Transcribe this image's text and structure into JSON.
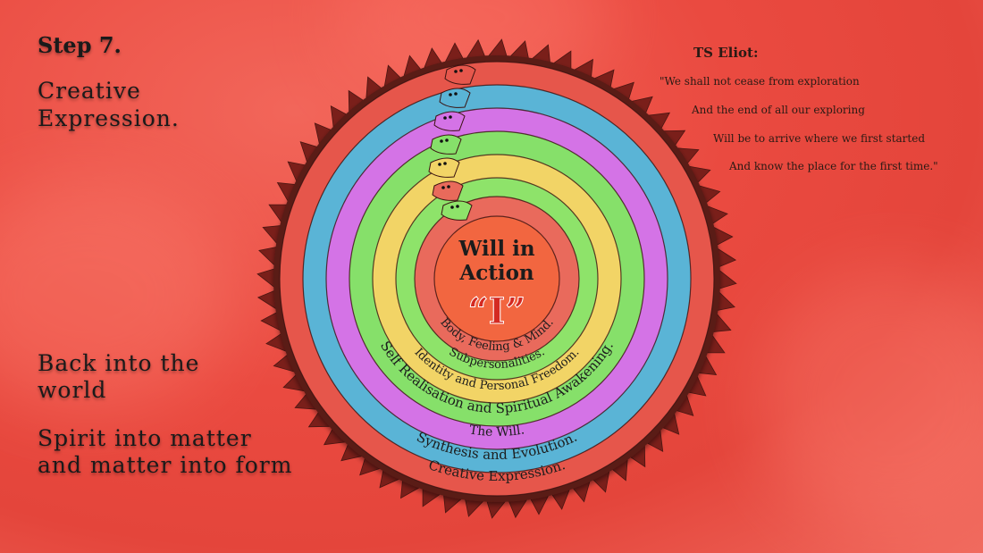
{
  "left_panel": {
    "step_title": "Step 7.",
    "step_subtitle": "Creative Expression.",
    "back_into_world": "Back into the world",
    "spirit_into_matter": "Spirit into matter and matter into form"
  },
  "quote": {
    "author": "TS Eliot:",
    "lines": [
      "\"We shall not cease from exploration",
      "And the end of all our exploring",
      "Will be to arrive where we first started",
      "And know the place for the first time.\""
    ]
  },
  "diagram": {
    "center": {
      "line1": "Will in",
      "line2": "Action",
      "symbol": "“I”"
    },
    "rings": [
      {
        "label": "Body, Feeling & Mind.",
        "color": "#e96a5b"
      },
      {
        "label": "Subpersonalities.",
        "color": "#8ee36a"
      },
      {
        "label": "Identity and Personal Freedom.",
        "color": "#f2d466"
      },
      {
        "label": "Self Realisation and Spiritual Awakening.",
        "color": "#86e06a"
      },
      {
        "label": "The Will.",
        "color": "#d473e6"
      },
      {
        "label": "Synthesis and Evolution.",
        "color": "#5ab4d6"
      },
      {
        "label": "Creative Expression.",
        "color": "#e6574c"
      }
    ],
    "colors": {
      "center": "#f2663f",
      "spikes": "#7a1f1a",
      "outline": "#4a1612"
    }
  }
}
